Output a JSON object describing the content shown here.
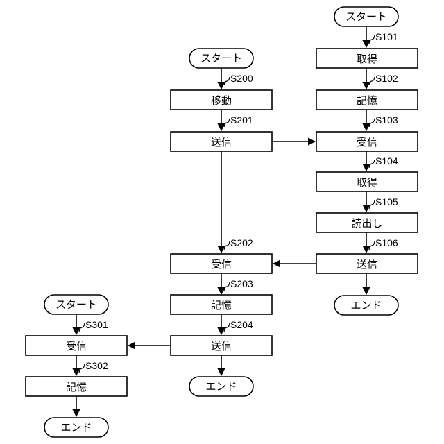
{
  "flow_a": {
    "start": "スタート",
    "steps": [
      {
        "id": "S101",
        "label": "取得"
      },
      {
        "id": "S102",
        "label": "記憶"
      },
      {
        "id": "S103",
        "label": "受信"
      },
      {
        "id": "S104",
        "label": "取得"
      },
      {
        "id": "S105",
        "label": "読出し"
      },
      {
        "id": "S106",
        "label": "送信"
      }
    ],
    "end": "エンド"
  },
  "flow_b": {
    "start": "スタート",
    "steps": [
      {
        "id": "S200",
        "label": "移動"
      },
      {
        "id": "S201",
        "label": "送信"
      },
      {
        "id": "S202",
        "label": "受信"
      },
      {
        "id": "S203",
        "label": "記憶"
      },
      {
        "id": "S204",
        "label": "送信"
      }
    ],
    "end": "エンド"
  },
  "flow_c": {
    "start": "スタート",
    "steps": [
      {
        "id": "S301",
        "label": "受信"
      },
      {
        "id": "S302",
        "label": "記憶"
      }
    ],
    "end": "エンド"
  }
}
